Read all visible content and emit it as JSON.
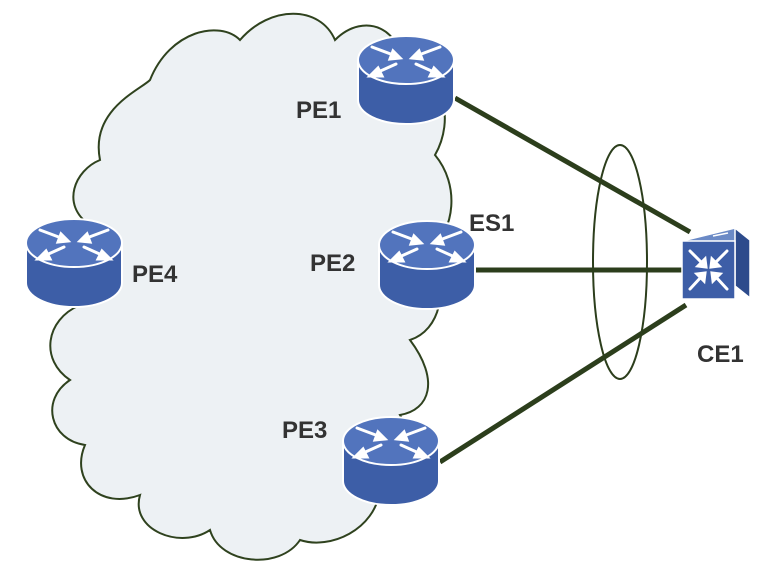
{
  "diagram": {
    "labels": {
      "pe1": "PE1",
      "pe2": "PE2",
      "pe3": "PE3",
      "pe4": "PE4",
      "ce1": "CE1",
      "es1": "ES1"
    },
    "colors": {
      "cloud_fill": "#edf1f4",
      "cloud_stroke": "#2f421e",
      "router_body": "#3d5ea7",
      "router_top": "#5274bd",
      "router_outline": "#ffffff",
      "link": "#2c3e1c",
      "label_text": "#333333"
    },
    "icons": {
      "router": "router-icon",
      "switch": "layer3-switch-icon"
    }
  }
}
